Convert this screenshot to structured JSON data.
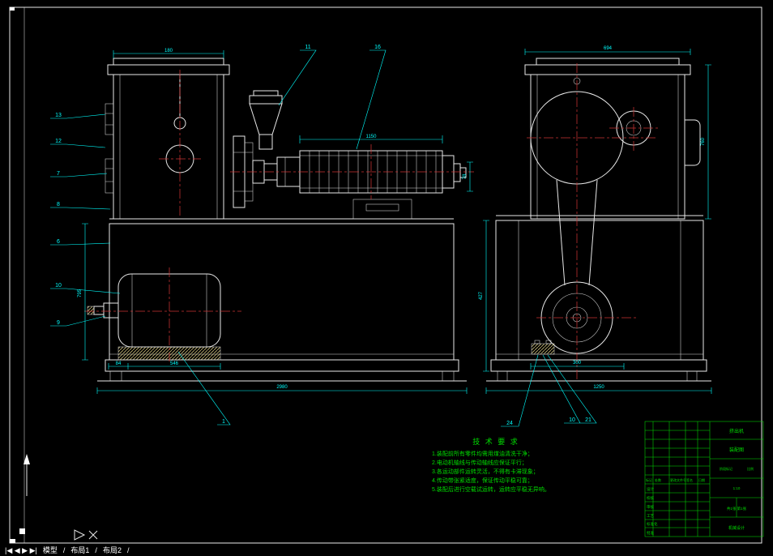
{
  "tabbar": {
    "nav": "|◀ ◀ ▶ ▶|",
    "model": "模型",
    "layout1": "布局1",
    "layout2": "布局2",
    "sep": "/"
  },
  "tech": {
    "title": "技 术 要 求",
    "items": [
      "1.装配前所有零件均需用煤油清洗干净；",
      "2.电动机轴线与传动轴线应保证平行；",
      "3.各运动部件运转灵活，不得有卡滞现象；",
      "4.传动带张紧适度，保证传动平稳可靠；",
      "5.装配后进行空载试运转，运转应平稳无异响。"
    ]
  },
  "dims": {
    "lid": "180",
    "barrel": "1150",
    "die": "78",
    "height_l": "795",
    "b84": "84",
    "b546": "546",
    "total_l": "2980",
    "top_r": "694",
    "height_r": "760",
    "left_r": "427",
    "b300": "300",
    "total_r": "1250"
  },
  "balloons": {
    "n13": "13",
    "n12": "12",
    "n7": "7",
    "n8": "8",
    "n6": "6",
    "n10": "10",
    "n9": "9",
    "n11": "11",
    "n16": "16",
    "n1": "1",
    "n24": "24",
    "n10b": "10",
    "n21": "21"
  },
  "titleblock": {
    "sign": [
      "设计",
      "校核",
      "审核",
      "工艺",
      "标准化",
      "批准"
    ],
    "rev": [
      "标记",
      "处数",
      "更改文件号",
      "签名",
      "日期"
    ],
    "name1": "挤出机",
    "name2": "装配图",
    "stage": "阶段标记",
    "scale_label": "比例",
    "scale": "1:10",
    "sheet": "共1张 第1张",
    "unit": "机械设计"
  }
}
